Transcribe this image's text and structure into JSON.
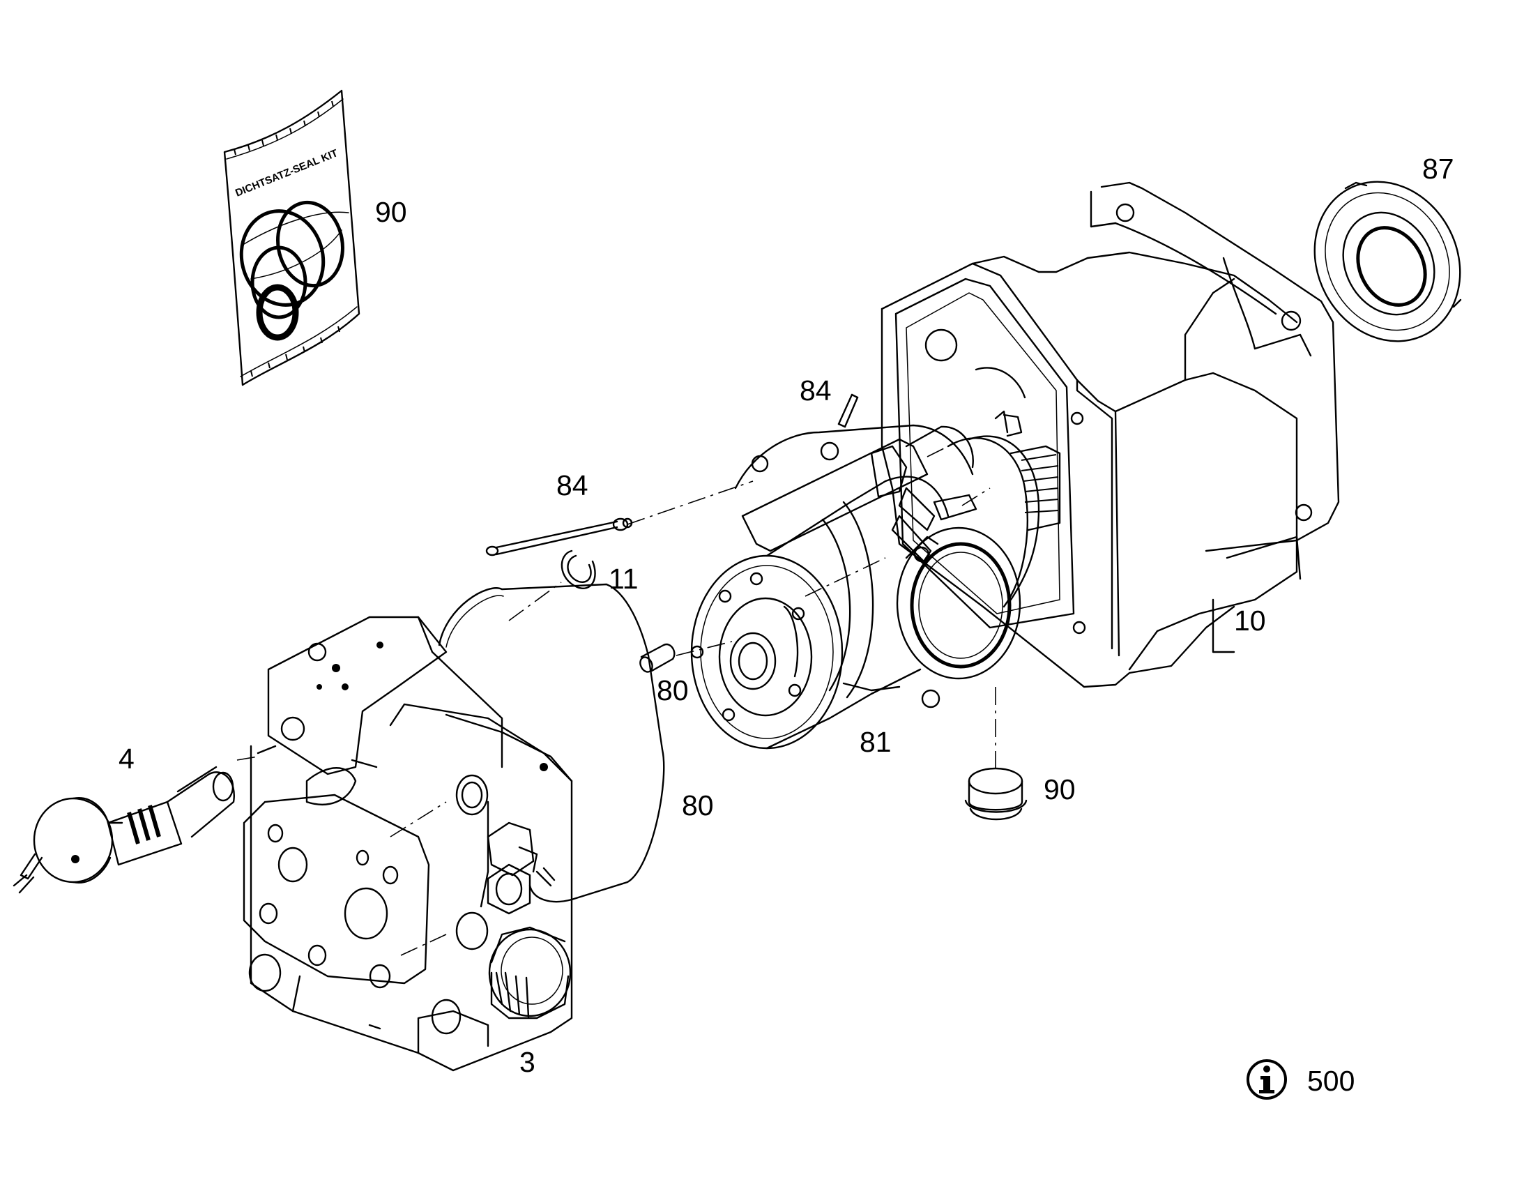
{
  "seal_kit_text": "DICHTSATZ-SEAL KIT",
  "callouts": {
    "seal_kit_bag": "90",
    "seal_ring_right": "87",
    "pin_top": "84",
    "pin_left": "84",
    "circlip": "11",
    "pump_housing": "10",
    "dowel_pin": "80",
    "gasket": "80",
    "rotary_group": "81",
    "plug": "90",
    "control_valve": "4",
    "port_plate": "3"
  },
  "info": {
    "icon": "info-icon",
    "value": "500"
  }
}
